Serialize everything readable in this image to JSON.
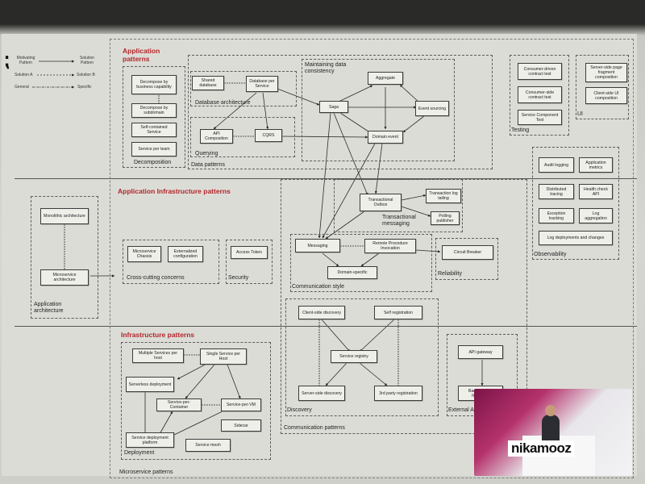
{
  "legend": {
    "mark": "⁏",
    "motivating": "Motivating Pattern",
    "solution_pattern": "Solution Pattern",
    "solution_a": "Solution A",
    "solution_b": "Solution B",
    "general": "General",
    "specific": "Specific"
  },
  "sections": {
    "application": "Application patterns",
    "infrastructure_app": "Application Infrastructure patterns",
    "infrastructure": "Infrastructure patterns"
  },
  "groups": {
    "decomposition": "Decomposition",
    "database_architecture": "Database architecture",
    "querying": "Querying",
    "data_patterns": "Data patterns",
    "maintaining_consistency": "Maintaining data consistency",
    "testing": "Testing",
    "ui": "UI",
    "observability": "Observability",
    "application_architecture": "Application architecture",
    "cross_cutting": "Cross-cutting concerns",
    "security": "Security",
    "communication_style": "Communication style",
    "transactional_messaging": "Transactional messaging",
    "reliability": "Reliability",
    "discovery": "Discovery",
    "communication_patterns": "Communication patterns",
    "external_api": "External A",
    "deployment": "Deployment",
    "microservice_patterns": "Microservice patterns"
  },
  "boxes": {
    "decompose_capability": "Decompose by business capability",
    "decompose_subdomain": "Decompose by subdomain",
    "self_contained": "Self-contained Service",
    "service_per_team": "Service per team",
    "shared_database": "Shared database",
    "database_per_service": "Database per Service",
    "api_composition": "API Composition",
    "cqrs": "CQRS",
    "saga": "Saga",
    "aggregate": "Aggregate",
    "event_sourcing": "Event sourcing",
    "domain_event": "Domain event",
    "consumer_driven": "Consumer-driven contract test",
    "consumer_side": "Consumer-side contract test",
    "service_component": "Service Component Test",
    "server_side_page": "Server-side page fragment composition",
    "client_side_ui": "Client-side UI composition",
    "audit_logging": "Audit logging",
    "app_metrics": "Application metrics",
    "distributed_tracing": "Distributed tracing",
    "health_check": "Health check API",
    "exception_tracking": "Exception tracking",
    "log_aggregation": "Log aggregation",
    "log_deployments": "Log deployments and changes",
    "monolithic": "Monolithic architecture",
    "microservice_arch": "Microservice architecture",
    "chassis": "Microservice Chassis",
    "externalized_config": "Externalized configuration",
    "access_token": "Access Token",
    "transactional_outbox": "Transactional Outbox",
    "transaction_log_tailing": "Transaction log tailing",
    "polling_publisher": "Polling publisher",
    "messaging": "Messaging",
    "rpi": "Remote Procedure Invocation",
    "domain_specific": "Domain-specific",
    "circuit_breaker": "Circuit Breaker",
    "client_side_discovery": "Client-side discovery",
    "self_registration": "Self registration",
    "service_registry": "Service registry",
    "server_side_discovery": "Server-side discovery",
    "third_party_registration": "3rd party registration",
    "api_gateway": "API gateway",
    "backends_for_frontends": "Backends for frontends",
    "multiple_services_per_host": "Multiple Services per host",
    "single_service_per_host": "Single Service per Host",
    "serverless_deployment": "Serverless deployment",
    "service_per_container": "Service-per-Container",
    "service_per_vm": "Service-per-VM",
    "sidecar": "Sidecar",
    "service_deployment_platform": "Service deployment platform",
    "service_mesh": "Service mesh"
  },
  "video": {
    "logo": "nikamooz"
  },
  "colors": {
    "section_title": "#b3262a",
    "box_fill": "#efefea",
    "slide_bg": "#dcdcd7"
  }
}
